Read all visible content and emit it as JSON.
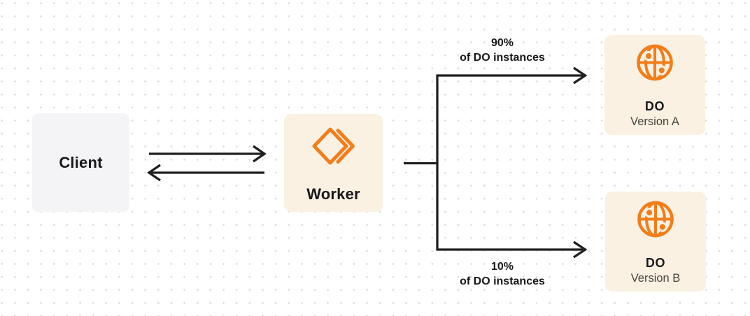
{
  "diagram": {
    "client": {
      "label": "Client"
    },
    "worker": {
      "label": "Worker"
    },
    "do_a": {
      "title": "DO",
      "subtitle": "Version A"
    },
    "do_b": {
      "title": "DO",
      "subtitle": "Version B"
    },
    "branch_top": {
      "percent": "90%",
      "caption": "of DO instances"
    },
    "branch_bottom": {
      "percent": "10%",
      "caption": "of DO instances"
    },
    "edges": [
      {
        "from": "client",
        "to": "worker",
        "type": "bidirectional"
      },
      {
        "from": "worker",
        "to": "do_a",
        "label": "90% of DO instances"
      },
      {
        "from": "worker",
        "to": "do_b",
        "label": "10% of DO instances"
      }
    ]
  },
  "icons": {
    "worker_logo": "cloudflare-workers-icon",
    "do_globe": "durable-objects-globe-icon"
  },
  "colors": {
    "orange": "#EF7E1E",
    "cream": "#FBF1E2",
    "client_bg": "#F4F4F6",
    "line": "#1F1F21",
    "text": "#18181B",
    "subtitle": "#45423E",
    "dot": "#DEDEE2",
    "canvas_bg": "#FFFFFF"
  }
}
